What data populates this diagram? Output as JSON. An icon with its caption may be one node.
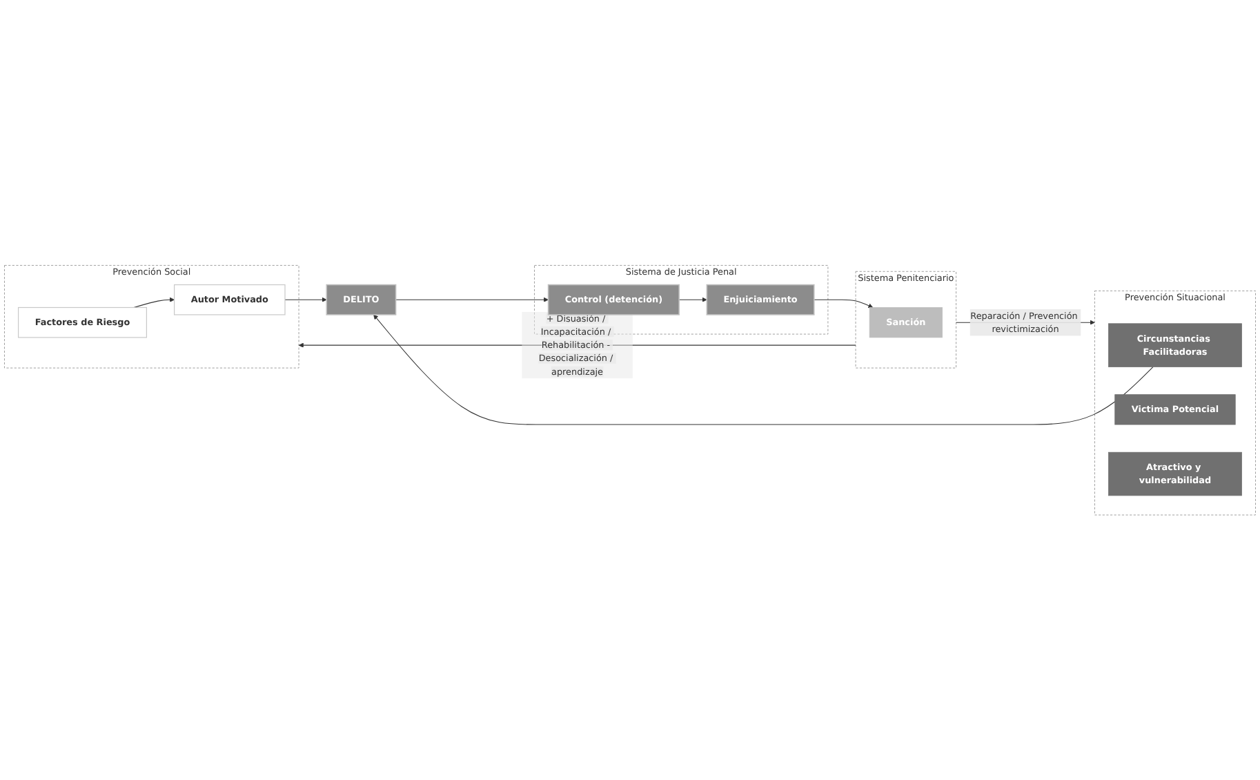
{
  "diagram": {
    "nodes": [
      {
        "text": [
          "Prevención Social"
        ]
      },
      {
        "text": [
          "Factores de Riesgo"
        ],
        "in": 0
      },
      {
        "text": [
          "Autor Motivado"
        ],
        "in": 0
      },
      {
        "text": [
          "Prevención Situacional"
        ]
      },
      {
        "text": [
          "Circunstancias Facilitadoras"
        ],
        "in": 3
      },
      {
        "text": [
          "DELITO"
        ]
      },
      {
        "text": [
          "Victima Potencial"
        ],
        "in": 3
      },
      {
        "text": [
          "Atractivo y vulnerabilidad"
        ],
        "in": 3
      },
      {
        "text": [
          "Sistema de Justicia Penal"
        ]
      },
      {
        "text": [
          "Control (detención)"
        ],
        "in": 8
      },
      {
        "text": [
          "Enjuiciamiento"
        ],
        "in": 8
      },
      {
        "text": [
          "Sistema Penitenciario"
        ]
      },
      {
        "text": [
          "Sanción"
        ],
        "in": 11
      }
    ],
    "edges": [
      {
        "from": 1,
        "to": 2,
        "arrow": "to"
      },
      {
        "from": 2,
        "to": 5,
        "arrow": "to"
      },
      {
        "from": 4,
        "to": 5,
        "arrow": "to"
      },
      {
        "from": 5,
        "to": 9,
        "arrow": "to"
      },
      {
        "from": 9,
        "to": 10,
        "arrow": "to"
      },
      {
        "from": 10,
        "to": 12,
        "arrow": "to"
      },
      {
        "from": 11,
        "to": 0,
        "arrow": "to",
        "label": "+ Disuasión / Incapacitación / Rehabilitación - Desocialización / aprendizaje"
      },
      {
        "from": 11,
        "to": 3,
        "arrow": "to",
        "label": "Reparación / Prevención revictimización"
      }
    ]
  }
}
